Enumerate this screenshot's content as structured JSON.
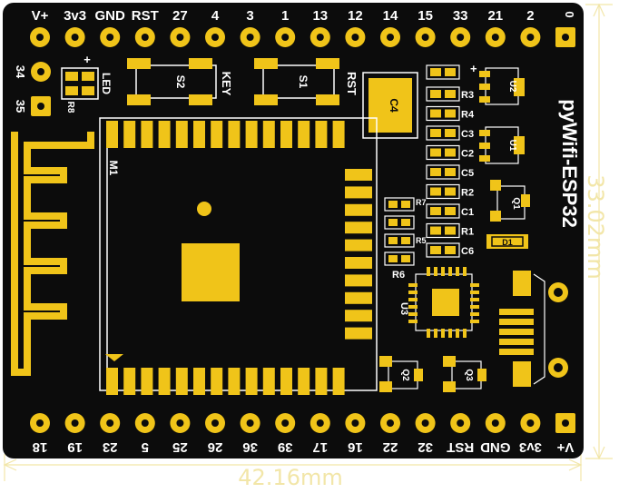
{
  "colors": {
    "board": "#0c0c0c",
    "copper": "#f0c419",
    "silkscreen": "#ffffff",
    "dimension": "#f2e6a8"
  },
  "board": {
    "title": "pyWifi-ESP32",
    "width_label": "42.16mm",
    "height_label": "33.02mm"
  },
  "pins": {
    "top": [
      "V+",
      "3v3",
      "GND",
      "RST",
      "27",
      "4",
      "3",
      "1",
      "13",
      "12",
      "14",
      "15",
      "33",
      "21",
      "2",
      "0"
    ],
    "bottom": [
      "18",
      "19",
      "23",
      "5",
      "25",
      "26",
      "36",
      "39",
      "17",
      "16",
      "22",
      "32",
      "RST",
      "GND",
      "3v3",
      "V+"
    ],
    "left": [
      "34",
      "35"
    ]
  },
  "labels": {
    "led": "LED",
    "key": "KEY",
    "rst": "RST",
    "s2": "S2",
    "s1": "S1",
    "m1": "M1",
    "c4": "C4",
    "u1": "U1",
    "u2": "U2",
    "u3": "U3",
    "q1": "Q1",
    "q2": "Q2",
    "q3": "Q3",
    "d1": "D1",
    "r8": "R8",
    "r7": "R7",
    "r6": "R6",
    "r5": "R5",
    "plus": "+",
    "col_right": [
      "R3",
      "R4",
      "C3",
      "C2",
      "C5",
      "R2",
      "C1",
      "R1",
      "C6"
    ]
  }
}
